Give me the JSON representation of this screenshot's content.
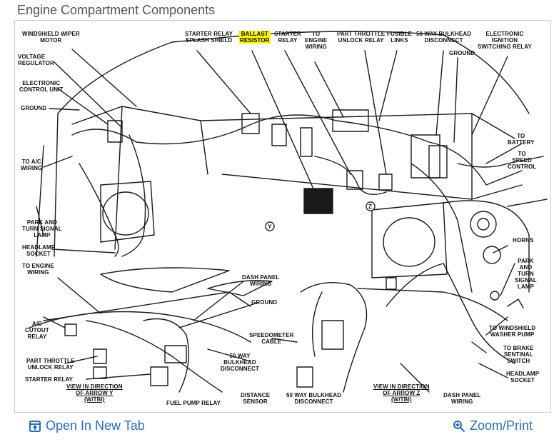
{
  "page": {
    "title": "Engine Compartment Components"
  },
  "labels": {
    "windshield_wiper_motor": "WINDSHIELD WIPER\nMOTOR",
    "starter_relay_splash_shield": "STARTER RELAY\nSPLASH SHIELD",
    "ballast_resistor": "BALLAST\nRESISTOR",
    "starter_relay_top": "STARTER\nRELAY",
    "to_engine_wiring_top": "TO\nENGINE\nWIRING",
    "part_throttle_unlock_relay_top": "PART THROTTLE\nUNLOCK RELAY",
    "fusible_links": "FUSIBLE\nLINKS",
    "bulkhead_disconnect_top": "50 WAY BULKHEAD\nDISCONNECT",
    "electronic_ignition_switching_relay": "ELECTRONIC\nIGNITION\nSWITCHING RELAY",
    "ground_top_right": "GROUND",
    "voltage_regulator": "VOLTAGE\nREGULATOR",
    "electronic_control_unit": "ELECTRONIC\nCONTROL UNIT",
    "ground_left": "GROUND",
    "to_ac_wiring": "TO A/C\nWIRING",
    "to_battery": "TO\nBATTERY",
    "to_speed_control": "TO\nSPEED\nCONTROL",
    "park_turn_signal_lamp_left": "PARK AND\nTURN SIGNAL\nLAMP",
    "headlamp_socket_left": "HEADLAMP\nSOCKET",
    "horns": "HORNS",
    "park_turn_signal_lamp_right": "PARK\nAND\nTURN\nSIGNAL\nLAMP",
    "to_engine_wiring_bottom": "TO ENGINE\nWIRING",
    "dash_panel_wiring_top": "DASH PANEL\nWIRING",
    "ground_middle": "GROUND",
    "ac_cutout_relay": "A/C\nCUTOUT\nRELAY",
    "speedometer_cable": "SPEEDOMETER\nCABLE",
    "to_windshield_washer_pump": "TO WINDSHIELD\nWASHER PUMP",
    "to_brake_sentinal_switch": "TO BRAKE\nSENTINAL\nSWITCH",
    "part_throttle_unlock_relay_bottom": "PART THROTTLE\nUNLOCK RELAY",
    "bulkhead_disconnect_middle": "50 WAY\nBULKHEAD\nDISCONNECT",
    "headlamp_socket_right": "HEADLAMP\nSOCKET",
    "starter_relay_bottom": "STARTER RELAY",
    "view_arrow_y": "VIEW IN DIRECTION\nOF ARROW Y\n(W/TBI)",
    "fuel_pump_relay": "FUEL PUMP RELAY",
    "distance_sensor": "DISTANCE\nSENSOR",
    "bulkhead_disconnect_bottom": "50 WAY BULKHEAD\nDISCONNECT",
    "view_arrow_z": "VIEW IN DIRECTION\nOF ARROW Z\n(W/TBI)",
    "dash_panel_wiring_bottom": "DASH PANEL\nWIRING",
    "marker_z": "Z",
    "marker_y": "Y"
  },
  "toolbar": {
    "open_new_tab": "Open In New Tab",
    "zoom_print": "Zoom/Print"
  },
  "colors": {
    "link": "#2a6db5",
    "highlight": "#f7f200",
    "title": "#555555"
  }
}
